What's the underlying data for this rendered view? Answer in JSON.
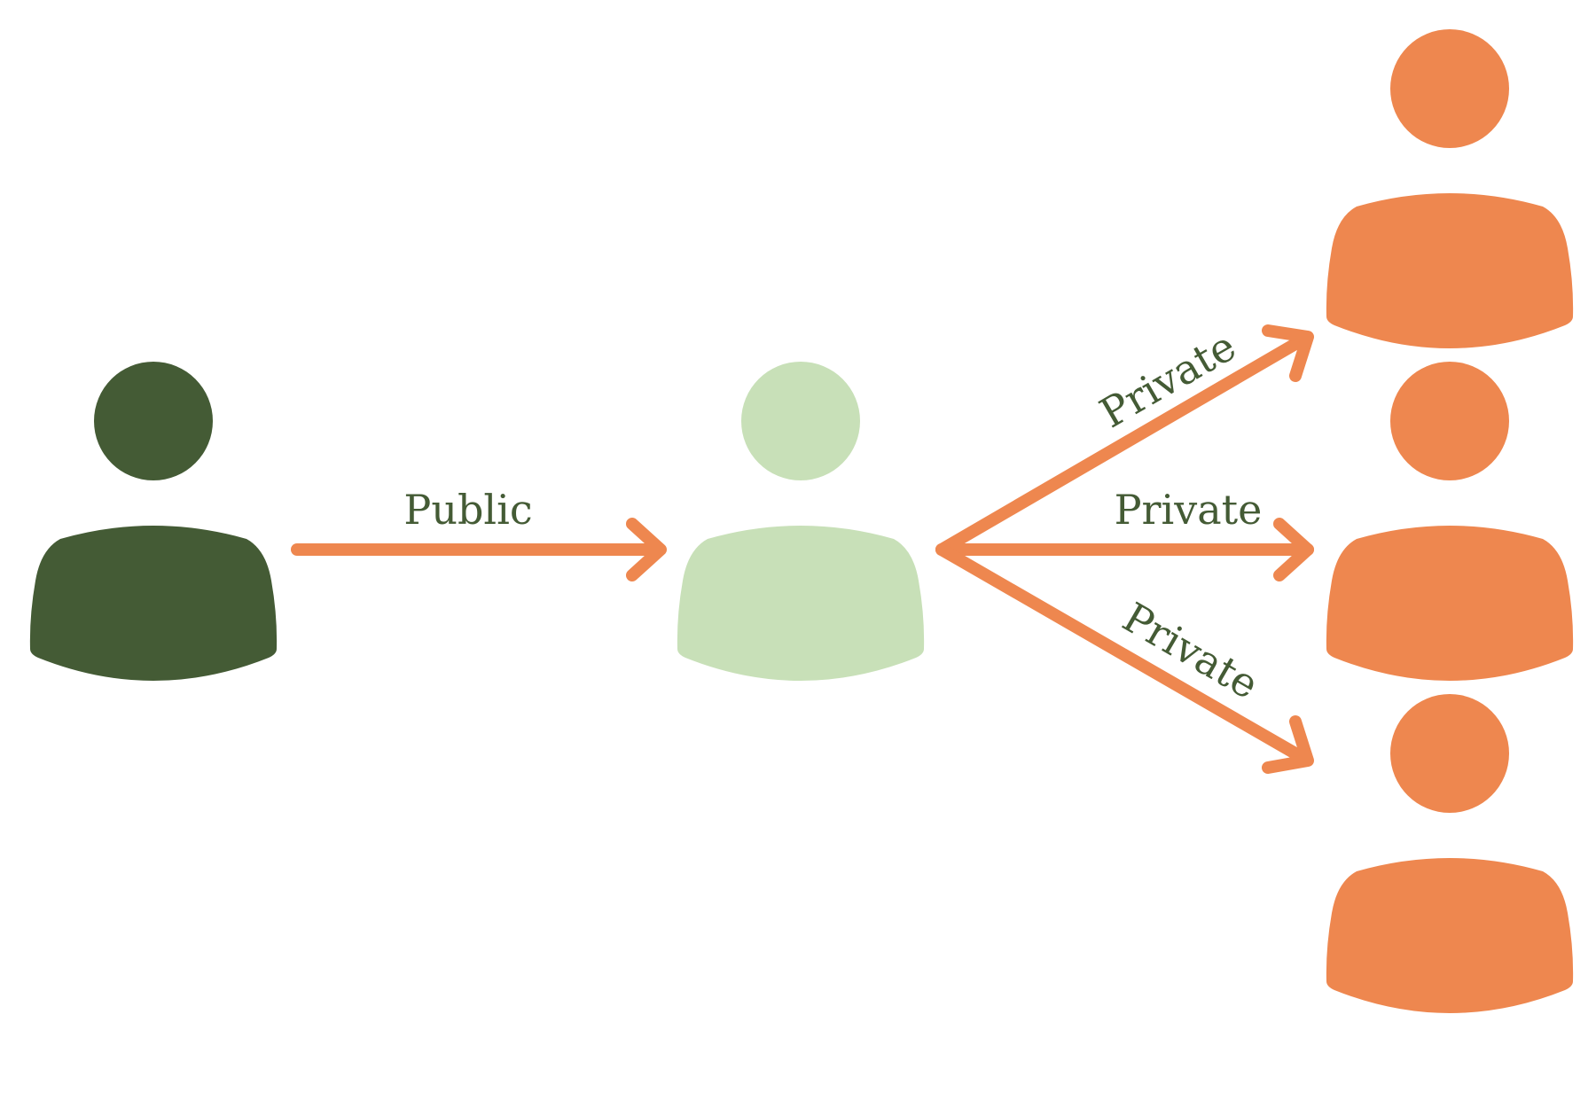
{
  "colors": {
    "background": "#ffffff",
    "sender": "#445b35",
    "relay": "#c8e0b8",
    "recipients": "#ee874f",
    "arrows": "#ee874f",
    "labels": "#445b35"
  },
  "nodes": {
    "sender": {
      "icon": "person-icon"
    },
    "relay": {
      "icon": "person-icon"
    },
    "recipients": [
      {
        "icon": "person-icon"
      },
      {
        "icon": "person-icon"
      },
      {
        "icon": "person-icon"
      }
    ]
  },
  "edges": {
    "public": {
      "label": "Public"
    },
    "private_top": {
      "label": "Private"
    },
    "private_middle": {
      "label": "Private"
    },
    "private_bottom": {
      "label": "Private"
    }
  }
}
